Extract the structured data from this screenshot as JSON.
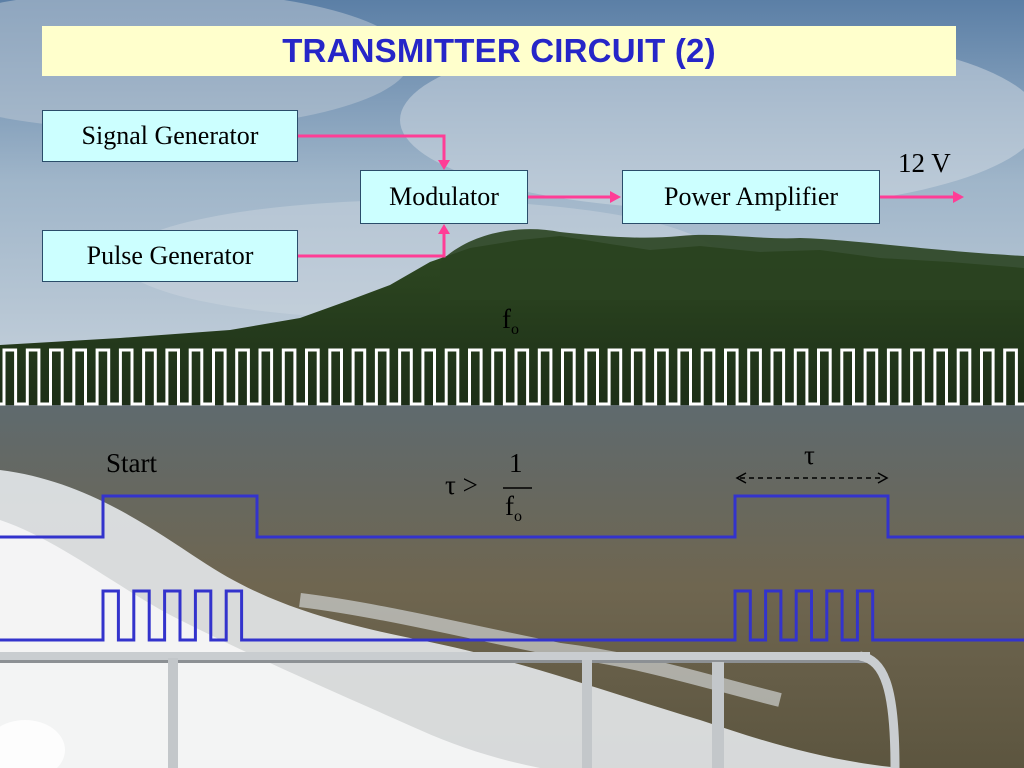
{
  "slide": {
    "title": "TRANSMITTER CIRCUIT (2)"
  },
  "blocks": {
    "signal_generator": "Signal Generator",
    "pulse_generator": "Pulse Generator",
    "modulator": "Modulator",
    "power_amplifier": "Power Amplifier"
  },
  "labels": {
    "supply_voltage": "12 V",
    "carrier_symbol": "f",
    "carrier_subscript": "o",
    "start": "Start",
    "tau": "τ",
    "tau_greater": "τ >",
    "numerator": "1",
    "denominator_symbol": "f",
    "denominator_subscript": "o"
  },
  "colors": {
    "title_banner": "#ffffcc",
    "title_text": "#2626c8",
    "block_fill": "#ccffff",
    "connector": "#ff3d96",
    "carrier_wave": "#ffffff",
    "pulse_wave": "#3333cc"
  },
  "waveforms": {
    "carrier_cycles": 44,
    "pulse_cycles_per_burst": 5
  }
}
